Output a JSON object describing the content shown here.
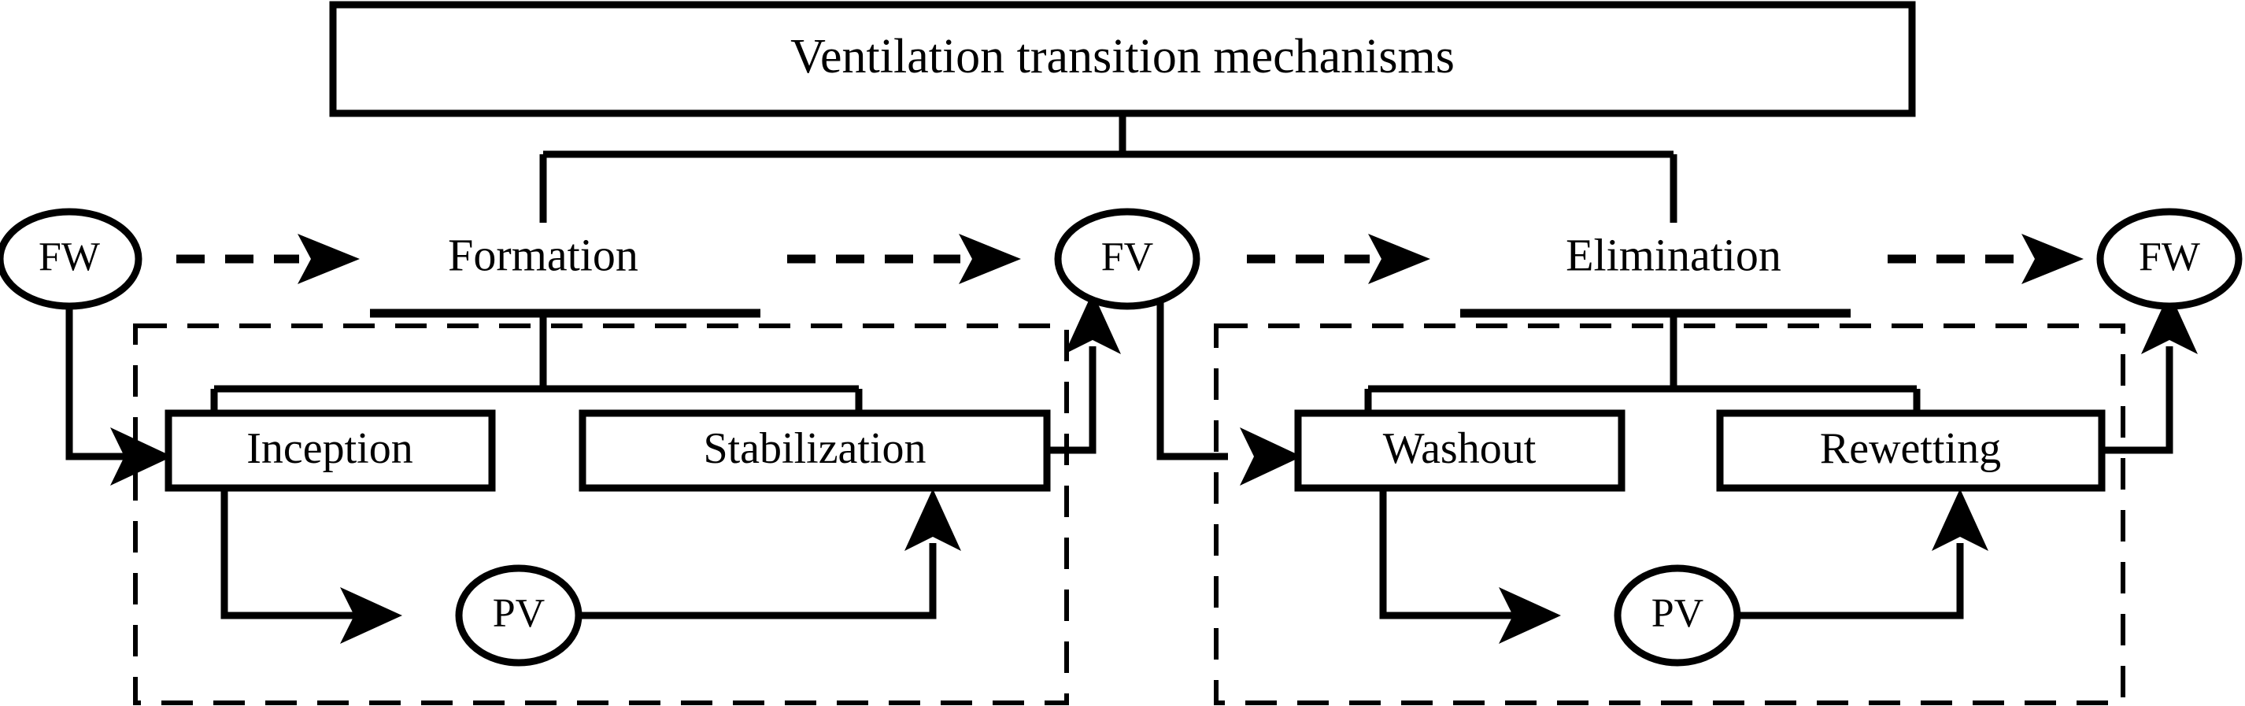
{
  "diagram": {
    "title": "Ventilation transition mechanisms",
    "stages": [
      {
        "id": "formation",
        "label": "Formation"
      },
      {
        "id": "elimination",
        "label": "Elimination"
      }
    ],
    "states": [
      {
        "id": "fw-left",
        "label": "FW"
      },
      {
        "id": "fv",
        "label": "FV"
      },
      {
        "id": "fw-right",
        "label": "FW"
      },
      {
        "id": "pv-left",
        "label": "PV"
      },
      {
        "id": "pv-right",
        "label": "PV"
      }
    ],
    "processes": [
      {
        "id": "inception",
        "label": "Inception"
      },
      {
        "id": "stabilization",
        "label": "Stabilization"
      },
      {
        "id": "washout",
        "label": "Washout"
      },
      {
        "id": "rewetting",
        "label": "Rewetting"
      }
    ],
    "colors": {
      "stroke": "#000000",
      "background": "#ffffff",
      "text": "#000000"
    }
  }
}
